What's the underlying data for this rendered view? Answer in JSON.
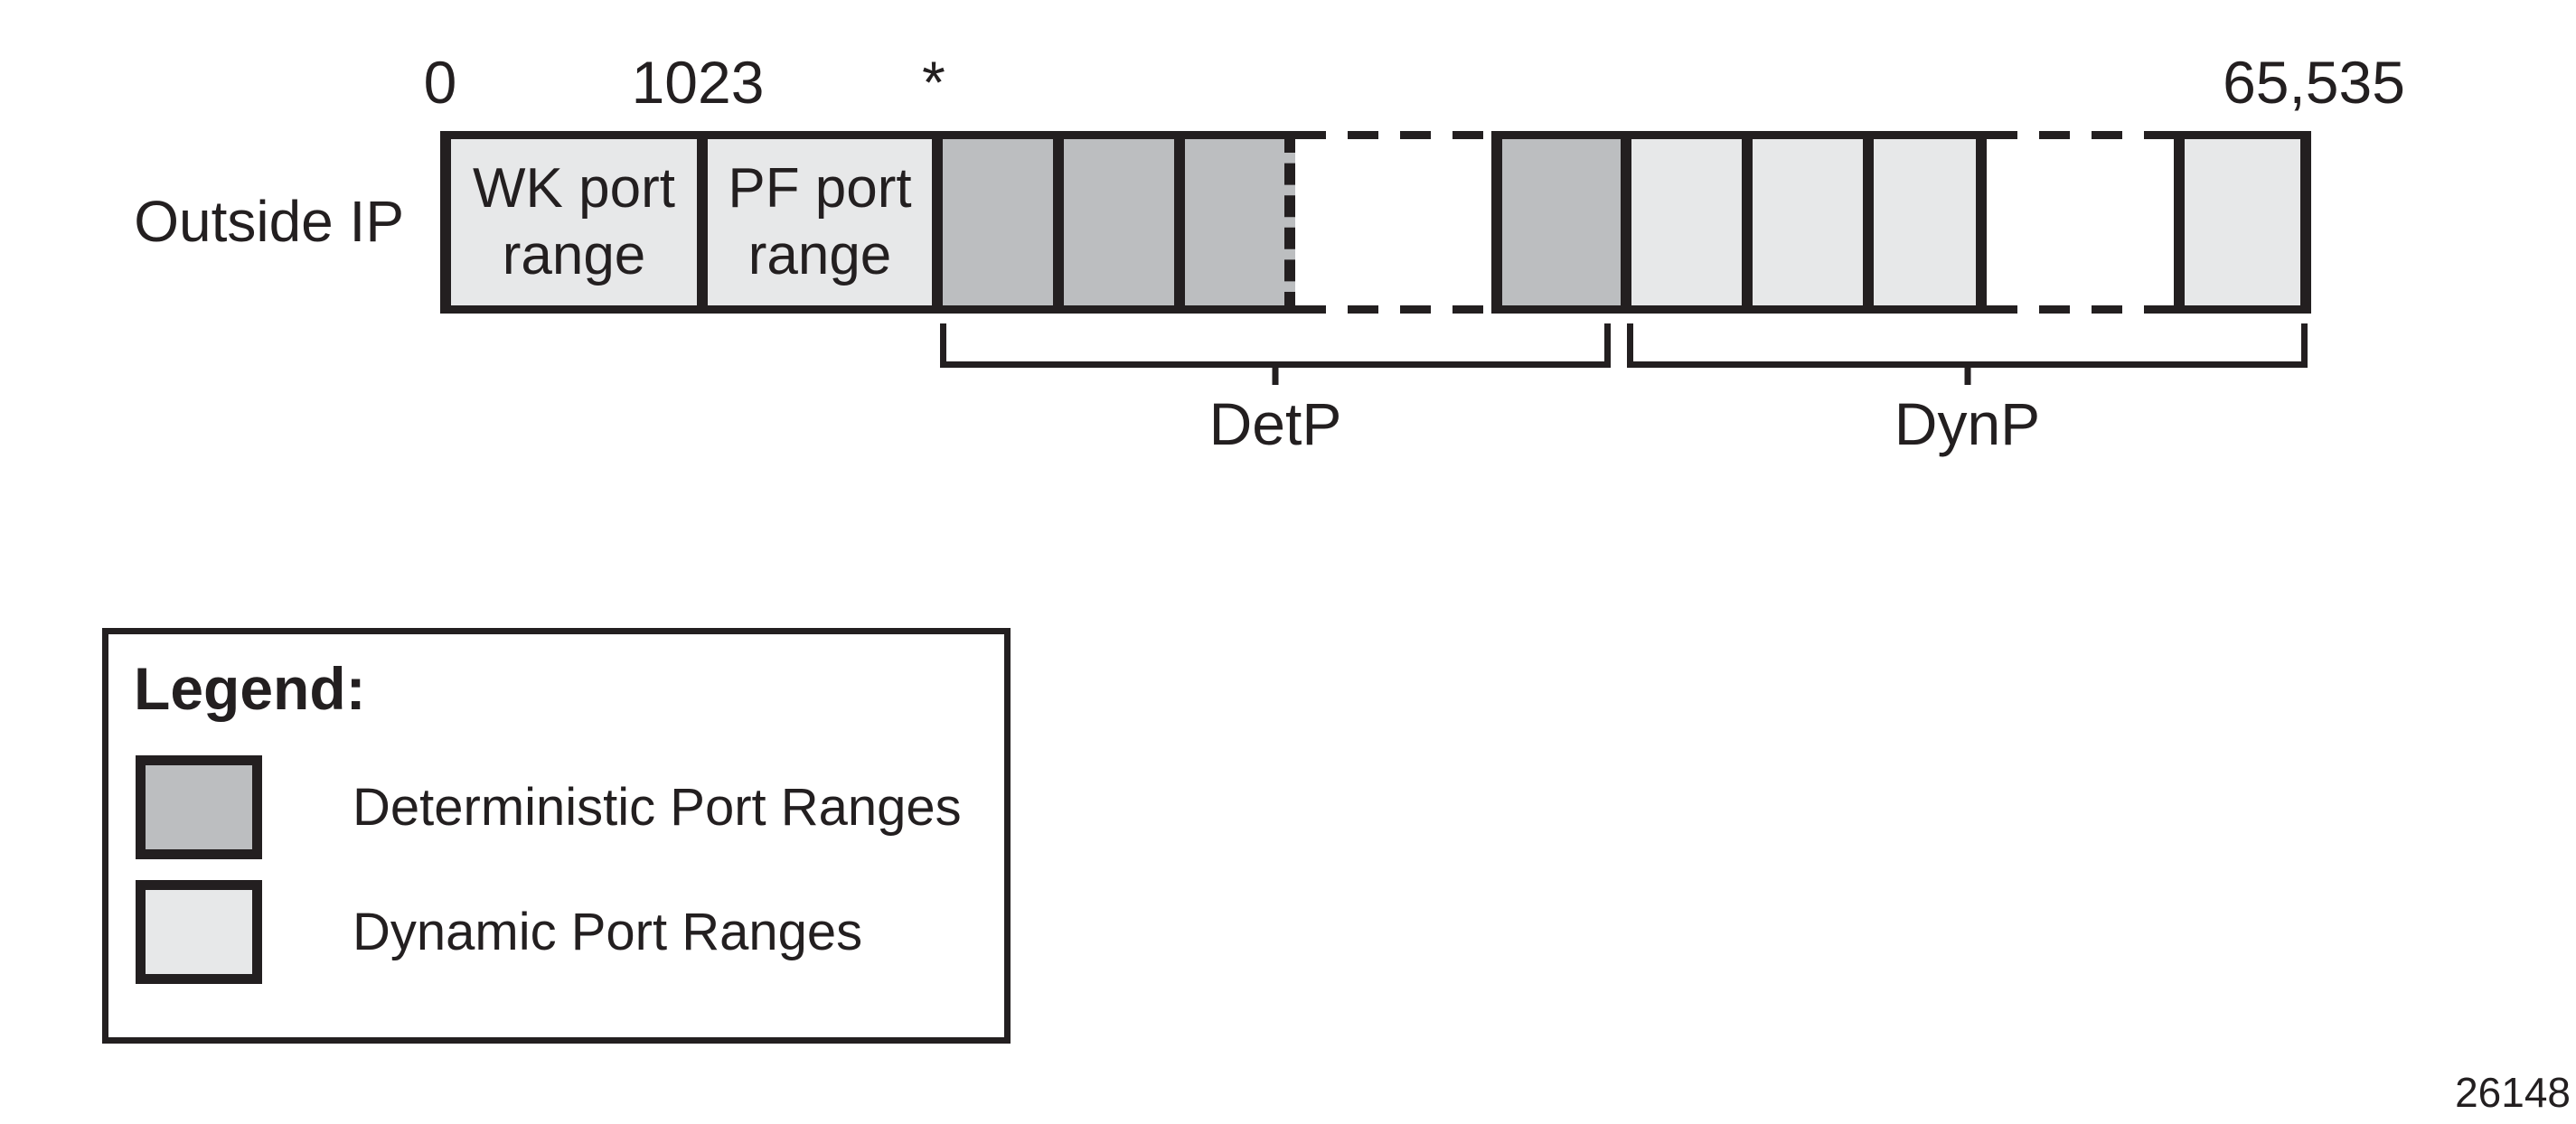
{
  "colors": {
    "ink": "#231f20",
    "dark_gray": "#bcbec0",
    "light_gray": "#e7e8e9",
    "background": "#ffffff"
  },
  "diagram": {
    "row_label": "Outside IP",
    "scale": {
      "start": "0",
      "well_known_end": "1023",
      "det_start": "*",
      "end": "65,535"
    },
    "bar": {
      "wk_box_label": "WK port\nrange",
      "pf_box_label": "PF port\nrange",
      "segments": [
        {
          "type": "well-known-port-range",
          "style": "light",
          "label": "WK port range"
        },
        {
          "type": "port-forwarding-port-range",
          "style": "light",
          "label": "PF port range"
        },
        {
          "type": "deterministic-port-range",
          "style": "dark"
        },
        {
          "type": "deterministic-port-range",
          "style": "dark"
        },
        {
          "type": "deterministic-port-range",
          "style": "dark"
        },
        {
          "type": "ellipsis-gap",
          "style": "dashed"
        },
        {
          "type": "deterministic-port-range",
          "style": "dark"
        },
        {
          "type": "dynamic-port-range",
          "style": "light"
        },
        {
          "type": "dynamic-port-range",
          "style": "light"
        },
        {
          "type": "dynamic-port-range",
          "style": "light"
        },
        {
          "type": "ellipsis-gap",
          "style": "dashed"
        },
        {
          "type": "dynamic-port-range",
          "style": "light"
        }
      ]
    },
    "brackets": {
      "det": {
        "label": "DetP"
      },
      "dyn": {
        "label": "DynP"
      }
    },
    "legend": {
      "title": "Legend:",
      "items": [
        {
          "swatch": "dark",
          "label": "Deterministic Port Ranges"
        },
        {
          "swatch": "light",
          "label": "Dynamic Port Ranges"
        }
      ]
    },
    "figure_number": "26148"
  }
}
